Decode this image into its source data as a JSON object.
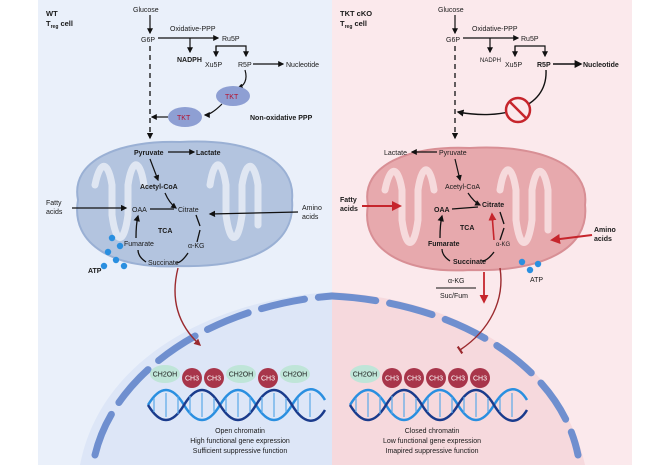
{
  "left": {
    "title": "WT",
    "subtitle_main": "T",
    "subtitle_sub": "reg",
    "subtitle_tail": " cell",
    "glucose": "Glucose",
    "g6p": "G6P",
    "oxidative_ppp": "Oxidative-PPP",
    "ru5p": "Ru5P",
    "nadph": "NADPH",
    "xu5p": "Xu5P",
    "r5p": "R5P",
    "nucleotide": "Nucleotide",
    "tkt1": "TKT",
    "tkt2": "TKT",
    "non_ox_ppp": "Non-oxidative PPP",
    "pyruvate": "Pyruvate",
    "lactate": "Lactate",
    "acetyl_coa": "Acetyl-CoA",
    "oaa": "OAA",
    "citrate": "Citrate",
    "tca": "TCA",
    "fumarate": "Fumarate",
    "akg": "α-KG",
    "succinate": "Succinate",
    "atp": "ATP",
    "fatty_acids_1": "Fatty",
    "fatty_acids_2": "acids",
    "amino_acids_1": "Amino",
    "amino_acids_2": "acids",
    "marks": [
      "CH2OH",
      "CH3",
      "CH3",
      "CH2OH",
      "CH3",
      "CH2OH"
    ],
    "caption1": "Open chromatin",
    "caption2": "High functional gene expression",
    "caption3": "Sufficient suppressive function"
  },
  "right": {
    "title": "TKT cKO",
    "subtitle_main": "T",
    "subtitle_sub": "reg",
    "subtitle_tail": " cell",
    "glucose": "Glucose",
    "g6p": "G6P",
    "oxidative_ppp": "Oxidative-PPP",
    "ru5p": "Ru5P",
    "nadph": "NADPH",
    "xu5p": "Xu5P",
    "r5p": "R5P",
    "nucleotide": "Nucleotide",
    "lactate": "Lactate",
    "pyruvate": "Pyruvate",
    "acetyl_coa": "Acetyl-CoA",
    "oaa": "OAA",
    "citrate": "Citrate",
    "tca": "TCA",
    "fumarate": "Fumarate",
    "akg": "α-KG",
    "succinate": "Succinate",
    "atp": "ATP",
    "fatty_acids_1": "Fatty",
    "fatty_acids_2": "acids",
    "amino_acids_1": "Amino",
    "amino_acids_2": "acids",
    "ratio_top": "α-KG",
    "ratio_bottom": "Suc/Fum",
    "marks": [
      "CH2OH",
      "CH3",
      "CH3",
      "CH3",
      "CH3",
      "CH3"
    ],
    "caption1": "Closed chromatin",
    "caption2": "Low functional gene expression",
    "caption3": "Imapired suppressive function"
  },
  "colors": {
    "left_bg": "#eaf0fa",
    "right_bg": "#fbe9ec",
    "mito_left": "#b3c4df",
    "mito_right": "#e7a9ad",
    "tkt": "#8e9fd3",
    "ch3": "#a8354a",
    "ch2oh": "#bfe5d8",
    "red_arrow": "#c6252c",
    "atp": "#2a8fe0"
  }
}
